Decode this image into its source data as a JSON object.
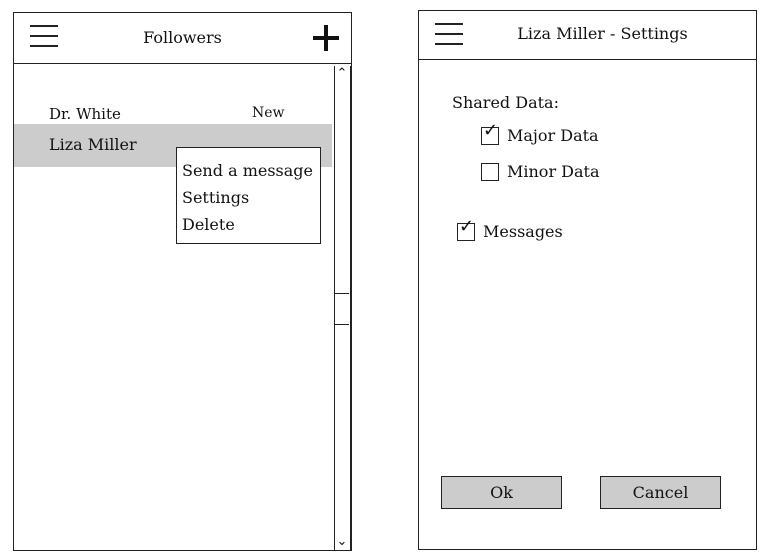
{
  "followers": {
    "title": "Followers",
    "items": [
      {
        "name": "Dr. White",
        "badge": "New"
      },
      {
        "name": "Liza Miller"
      }
    ],
    "context_menu": [
      "Send a message",
      "Settings",
      "Delete"
    ],
    "scroll_up": "^",
    "scroll_down": "v"
  },
  "settings": {
    "title": "Liza Miller - Settings",
    "shared_label": "Shared Data:",
    "options": [
      {
        "label": "Major Data",
        "checked": true
      },
      {
        "label": "Minor Data",
        "checked": false
      }
    ],
    "messages": {
      "label": "Messages",
      "checked": true
    },
    "ok_label": "Ok",
    "cancel_label": "Cancel"
  },
  "colors": {
    "selected_row": "#cccccc",
    "button_bg": "#cccccc"
  }
}
